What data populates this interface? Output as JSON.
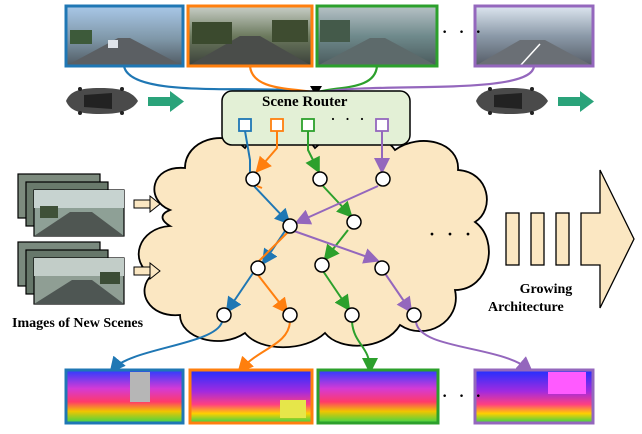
{
  "router": {
    "title": "Scene Router",
    "dots": "· · ·"
  },
  "labels": {
    "new_scenes": "Images of New Scenes",
    "growing_line1": "Growing",
    "growing_line2": "Architecture"
  },
  "ellipsis": {
    "top": "· · ·",
    "bottom": "· · ·",
    "cloud": "· · ·"
  },
  "colors": {
    "blue": "#1f77b4",
    "orange": "#ff7f0e",
    "green": "#2ca02c",
    "purple": "#9467bd",
    "cloud_fill": "#fbe7c2",
    "router_fill": "#e3f0d6",
    "arrow_teal": "#2aa37a",
    "growing_fill": "#fbe7c2"
  },
  "icons": {
    "car": "car-icon",
    "arrow": "right-arrow-icon"
  }
}
